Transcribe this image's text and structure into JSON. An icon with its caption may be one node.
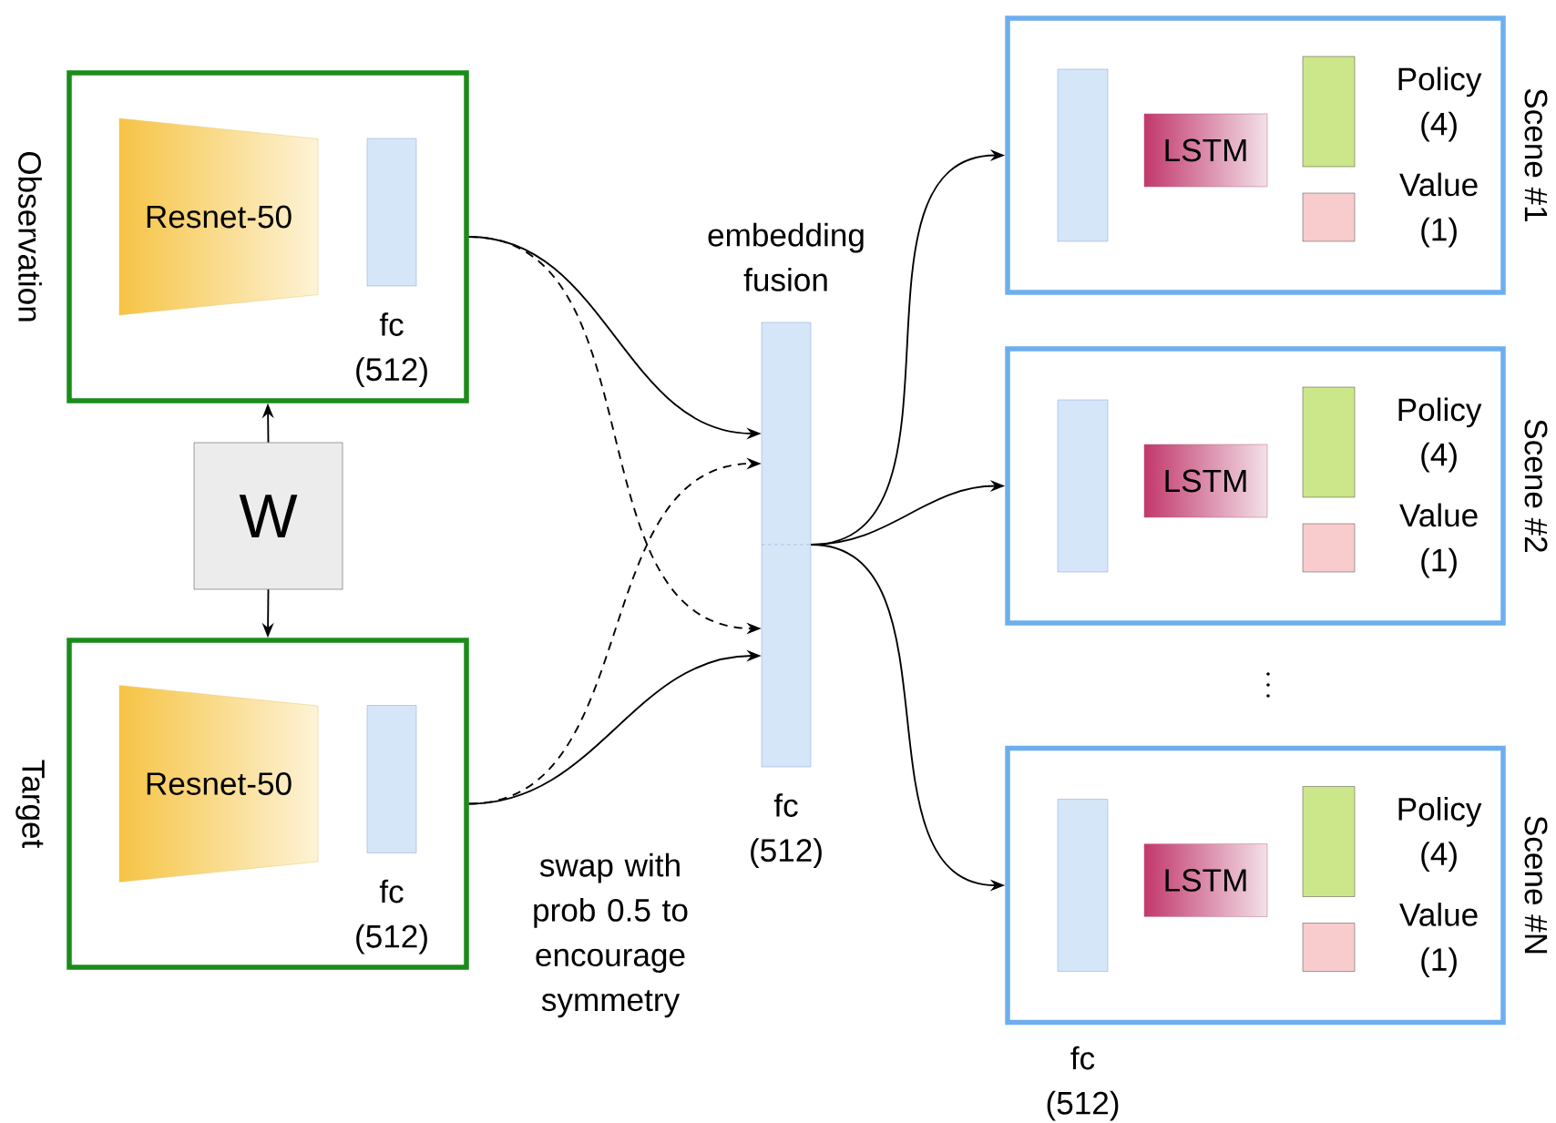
{
  "diagram": {
    "nodes": [
      {
        "text": [
          "Observation"
        ]
      },
      {
        "text": [
          "Resnet-50"
        ],
        "in": 0
      },
      {
        "text": [
          "fc (512)"
        ],
        "in": 0
      },
      {
        "text": [
          "W"
        ]
      },
      {
        "text": [
          "Target"
        ]
      },
      {
        "text": [
          "Resnet-50"
        ],
        "in": 4
      },
      {
        "text": [
          "fc (512)"
        ],
        "in": 4
      },
      {
        "text": [
          "embedding fusion",
          "fc (512)"
        ]
      },
      {
        "text": [
          "Scene #1"
        ]
      },
      {
        "text": [],
        "shape": "bar",
        "in": 8
      },
      {
        "text": [
          "LSTM"
        ],
        "in": 8
      },
      {
        "text": [
          "Policy (4)"
        ],
        "in": 8
      },
      {
        "text": [
          "Value (1)"
        ],
        "in": 8
      },
      {
        "text": [
          "Scene #2"
        ]
      },
      {
        "text": [],
        "shape": "bar",
        "in": 13
      },
      {
        "text": [
          "LSTM"
        ],
        "in": 13
      },
      {
        "text": [
          "Policy (4)"
        ],
        "in": 13
      },
      {
        "text": [
          "Value (1)"
        ],
        "in": 13
      },
      {
        "text": [
          "Scene #N"
        ]
      },
      {
        "text": [
          "fc (512)"
        ],
        "in": 18
      },
      {
        "text": [
          "LSTM"
        ],
        "in": 18
      },
      {
        "text": [
          "Policy (4)"
        ],
        "in": 18
      },
      {
        "text": [
          "Value (1)"
        ],
        "in": 18
      }
    ],
    "edges": [
      {
        "from": 3,
        "to": 0,
        "arrow": "to"
      },
      {
        "from": 3,
        "to": 4,
        "arrow": "to"
      },
      {
        "from": 0,
        "to": 7,
        "arrow": "to"
      },
      {
        "from": 0,
        "to": 7,
        "arrow": "to",
        "style": "dashed"
      },
      {
        "from": 4,
        "to": 7,
        "arrow": "to",
        "style": "dashed"
      },
      {
        "from": 4,
        "to": 7,
        "arrow": "to"
      },
      {
        "from": 7,
        "to": 8,
        "arrow": "to"
      },
      {
        "from": 7,
        "to": 13,
        "arrow": "to"
      },
      {
        "from": 7,
        "to": 18,
        "arrow": "to"
      }
    ],
    "labels": [
      "swap with prob 0.5 to encourage symmetry"
    ]
  }
}
